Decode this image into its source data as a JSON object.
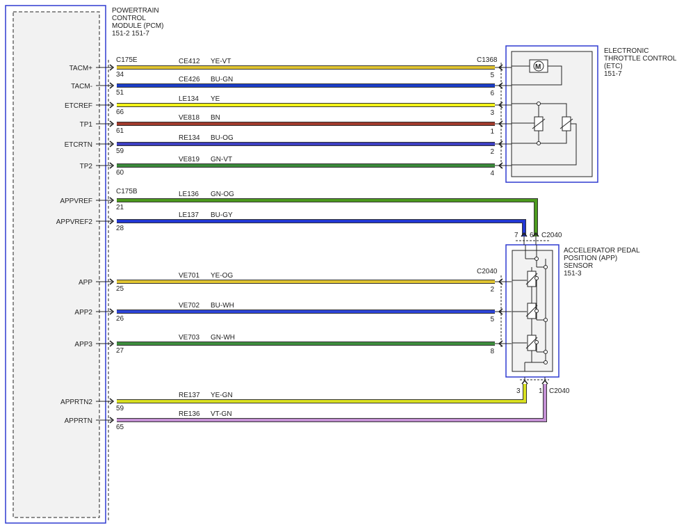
{
  "pcm": {
    "title_lines": [
      "POWERTRAIN",
      "CONTROL",
      "MODULE (PCM)",
      "151-2   151-7"
    ]
  },
  "etc": {
    "title_lines": [
      "ELECTRONIC",
      "THROTTLE CONTROL",
      "(ETC)",
      "151-7"
    ]
  },
  "app_sensor": {
    "title_lines": [
      "ACCELERATOR PEDAL",
      "POSITION (APP)",
      "SENSOR",
      "151-3"
    ]
  },
  "connectors": {
    "c175e": "C175E",
    "c175b": "C175B",
    "c1368": "C1368",
    "c2040_top": "C2040",
    "c2040_mid": "C2040",
    "c2040_bottom": "C2040"
  },
  "motor_symbol": "M",
  "colors": {
    "YE-VT": "#e0c431",
    "BU-GN": "#1b3ec9",
    "YE": "#f2f21a",
    "BN": "#a03a2c",
    "BU-OG": "#3d3fc2",
    "GN-VT": "#3b8a3b",
    "GN-OG": "#4c9a1e",
    "BU-GY": "#2238d4",
    "YE-OG": "#e0c431",
    "BU-WH": "#2d45d8",
    "GN-WH": "#3e8e3e",
    "YE-GN": "#d9e021",
    "VT-GN": "#c490d4",
    "module_border": "#2f3ad0"
  },
  "wires": [
    {
      "signal": "TACM+",
      "pcm_pin": "34",
      "circuit": "CE412",
      "color": "YE-VT",
      "far_pin": "5"
    },
    {
      "signal": "TACM-",
      "pcm_pin": "51",
      "circuit": "CE426",
      "color": "BU-GN",
      "far_pin": "6"
    },
    {
      "signal": "ETCREF",
      "pcm_pin": "66",
      "circuit": "LE134",
      "color": "YE",
      "far_pin": "3"
    },
    {
      "signal": "TP1",
      "pcm_pin": "61",
      "circuit": "VE818",
      "color": "BN",
      "far_pin": "1"
    },
    {
      "signal": "ETCRTN",
      "pcm_pin": "59",
      "circuit": "RE134",
      "color": "BU-OG",
      "far_pin": "2"
    },
    {
      "signal": "TP2",
      "pcm_pin": "60",
      "circuit": "VE819",
      "color": "GN-VT",
      "far_pin": "4"
    },
    {
      "signal": "APPVREF",
      "pcm_pin": "21",
      "circuit": "LE136",
      "color": "GN-OG",
      "far_pin": "6"
    },
    {
      "signal": "APPVREF2",
      "pcm_pin": "28",
      "circuit": "LE137",
      "color": "BU-GY",
      "far_pin": "7"
    },
    {
      "signal": "APP",
      "pcm_pin": "25",
      "circuit": "VE701",
      "color": "YE-OG",
      "far_pin": "2"
    },
    {
      "signal": "APP2",
      "pcm_pin": "26",
      "circuit": "VE702",
      "color": "BU-WH",
      "far_pin": "5"
    },
    {
      "signal": "APP3",
      "pcm_pin": "27",
      "circuit": "VE703",
      "color": "GN-WH",
      "far_pin": "8"
    },
    {
      "signal": "APPRTN2",
      "pcm_pin": "59",
      "circuit": "RE137",
      "color": "YE-GN",
      "far_pin": "3"
    },
    {
      "signal": "APPRTN",
      "pcm_pin": "65",
      "circuit": "RE136",
      "color": "VT-GN",
      "far_pin": "1"
    }
  ]
}
